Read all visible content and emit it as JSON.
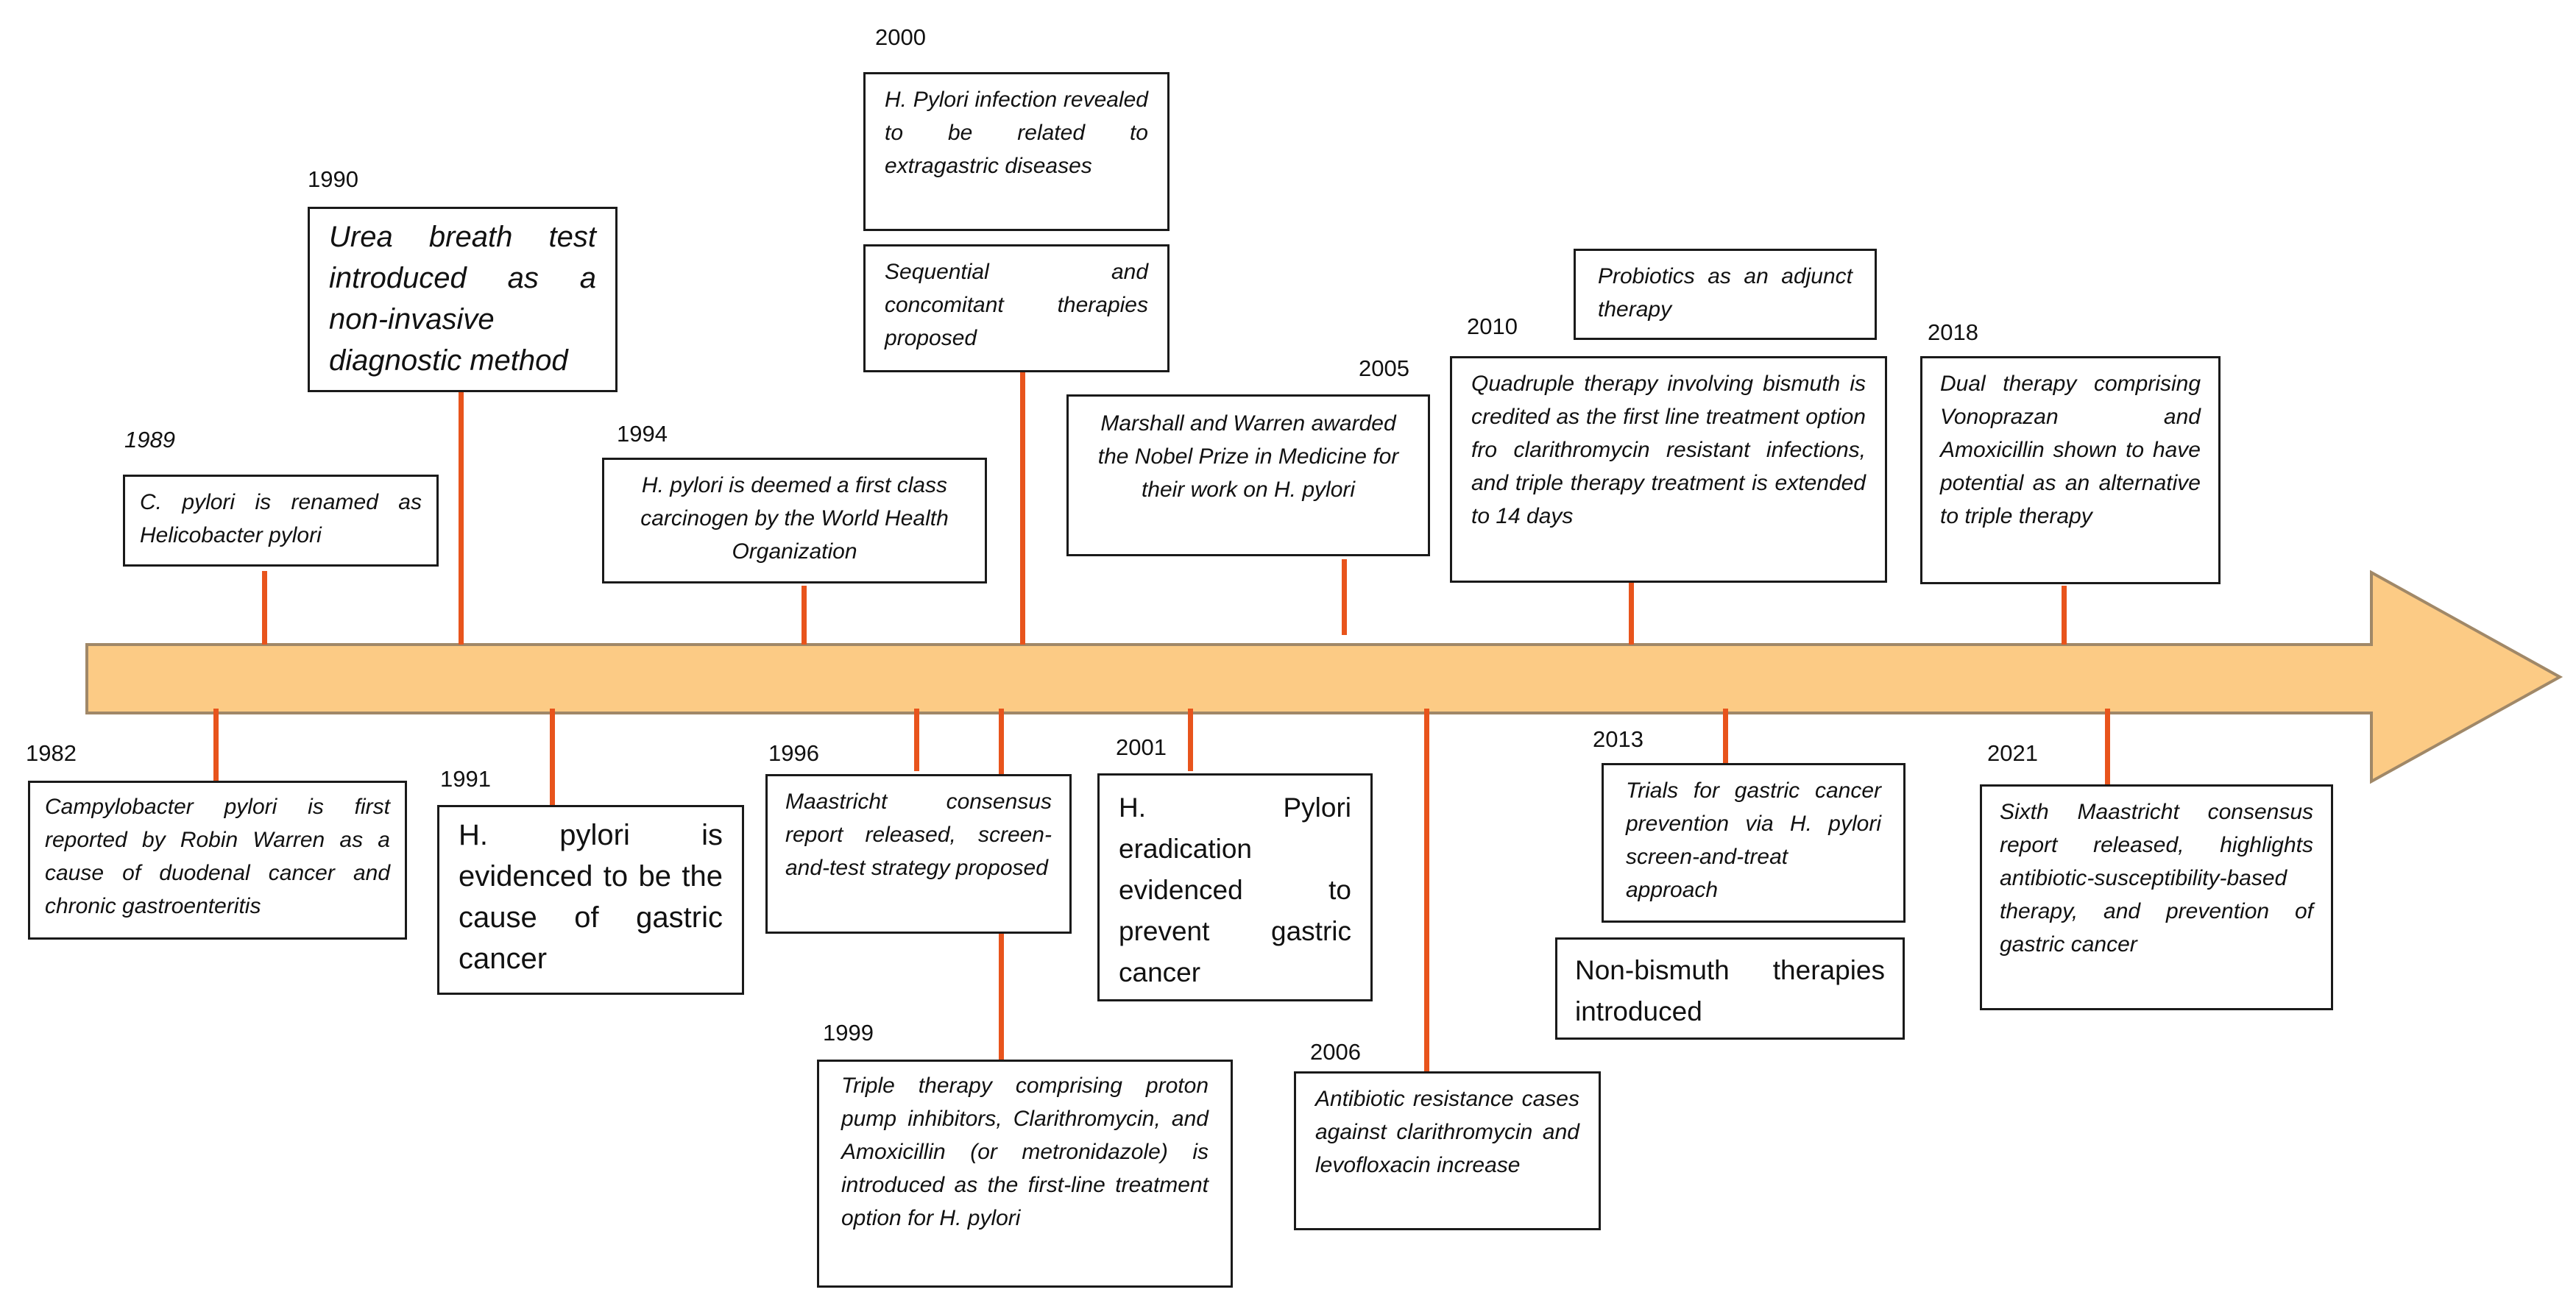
{
  "colors": {
    "arrow_fill": "#fccb85",
    "arrow_stroke": "#a08868",
    "connector": "#e8541c",
    "box_border": "#1a1a1a"
  },
  "events": [
    {
      "year": "1982",
      "text": "Campylobacter pylori is first reported by Robin Warren as a cause of duodenal cancer and chronic gastroenteritis"
    },
    {
      "year": "1989",
      "text": "C. pylori is renamed as Helicobacter pylori"
    },
    {
      "year": "1990",
      "text": "Urea breath test introduced as a non-invasive diagnostic method"
    },
    {
      "year": "1991",
      "text": "H. pylori is evidenced to be the cause of gastric cancer"
    },
    {
      "year": "1994",
      "text": "H. pylori is deemed a first class carcinogen by the World Health Organization"
    },
    {
      "year": "1996",
      "text": "Maastricht consensus report released, screen-and-test strategy proposed"
    },
    {
      "year": "1999",
      "text": "Triple therapy comprising proton pump inhibitors, Clarithromycin, and Amoxicillin (or metronidazole) is introduced as the first-line treatment option for H. pylori"
    },
    {
      "year": "2000",
      "text": "H. Pylori infection revealed to be related to extragastric diseases"
    },
    {
      "year": "",
      "text": "Sequential and concomitant therapies proposed"
    },
    {
      "year": "2001",
      "text": "H. Pylori eradication evidenced to prevent gastric cancer"
    },
    {
      "year": "2005",
      "text": "Marshall and Warren awarded the Nobel Prize in Medicine for their work on H. pylori"
    },
    {
      "year": "2006",
      "text": "Antibiotic resistance cases against clarithromycin and levofloxacin increase"
    },
    {
      "year": "2010",
      "text": "Quadruple therapy involving bismuth is credited as the first line treatment option fro clarithromycin resistant infections, and triple therapy treatment is extended to 14 days"
    },
    {
      "year": "",
      "text": "Probiotics as an adjunct therapy"
    },
    {
      "year": "2013",
      "text": "Trials for gastric cancer prevention via H. pylori screen-and-treat approach"
    },
    {
      "year": "",
      "text": "Non-bismuth therapies introduced"
    },
    {
      "year": "2018",
      "text": "Dual therapy comprising Vonoprazan and Amoxicillin shown to have potential as an alternative to triple therapy"
    },
    {
      "year": "2021",
      "text": "Sixth Maastricht consensus report released, highlights antibiotic-susceptibility-based therapy, and prevention of gastric cancer"
    }
  ]
}
